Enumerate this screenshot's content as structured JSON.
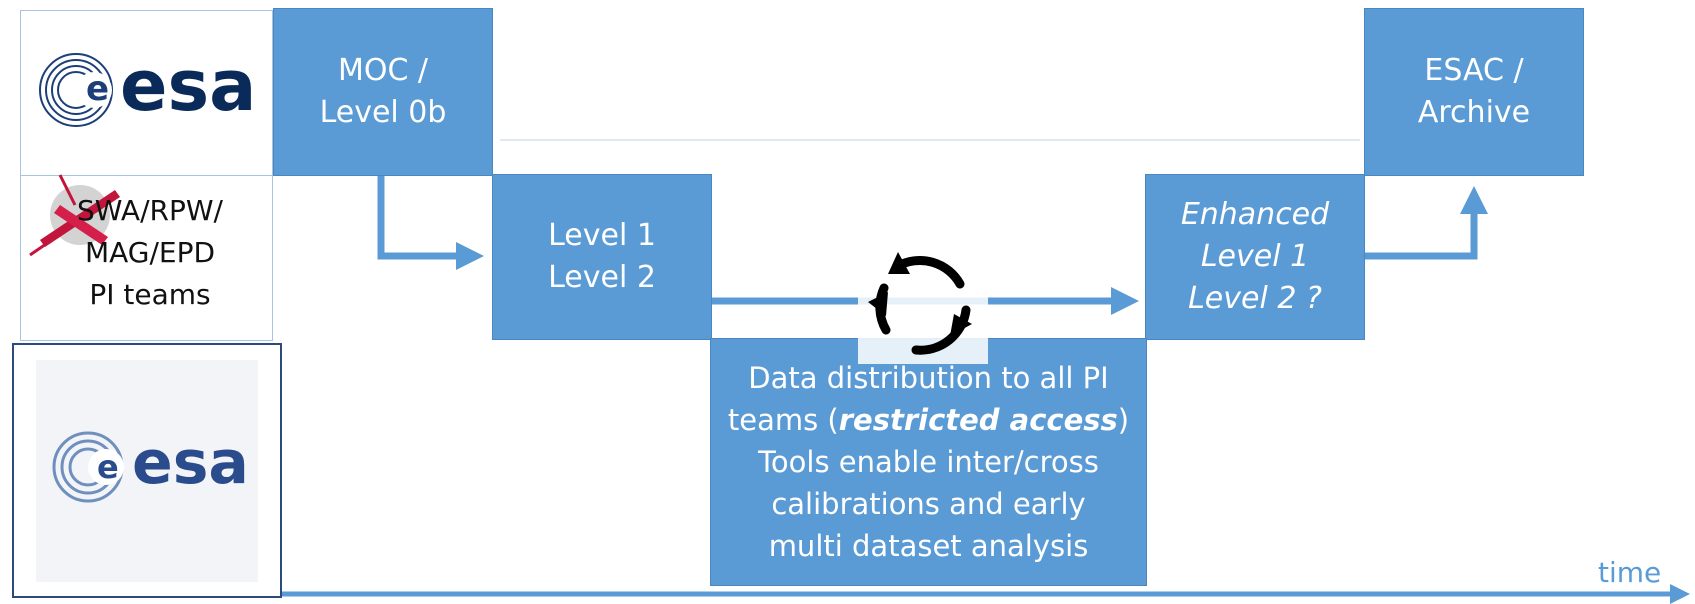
{
  "left_column": {
    "top_logo_text": "esa",
    "pi_teams_lines": [
      "SWA/RPW/",
      "MAG/EPD",
      "PI teams"
    ],
    "bottom_logo_text": "esa"
  },
  "boxes": {
    "moc": {
      "lines": [
        "MOC /",
        "Level 0b"
      ]
    },
    "level12": {
      "lines": [
        "Level 1",
        "Level 2"
      ]
    },
    "enhanced": {
      "lines": [
        "Enhanced",
        "Level 1",
        "Level 2 ?"
      ]
    },
    "esac": {
      "lines": [
        "ESAC /",
        "Archive"
      ]
    },
    "distribution": {
      "line1": "Data distribution to all PI",
      "line2_prefix": "teams (",
      "line2_emph": "restricted access",
      "line2_suffix": ")",
      "line3": "Tools enable inter/cross",
      "line4": "calibrations and early",
      "line5": "multi dataset analysis"
    }
  },
  "timeline_label": "time",
  "colors": {
    "box_fill": "#5b9bd5",
    "arrow": "#5b9bd5",
    "logo_navy": "#0a2a5a",
    "logo_light": "#2a4c8c",
    "cycle": "#000000"
  }
}
